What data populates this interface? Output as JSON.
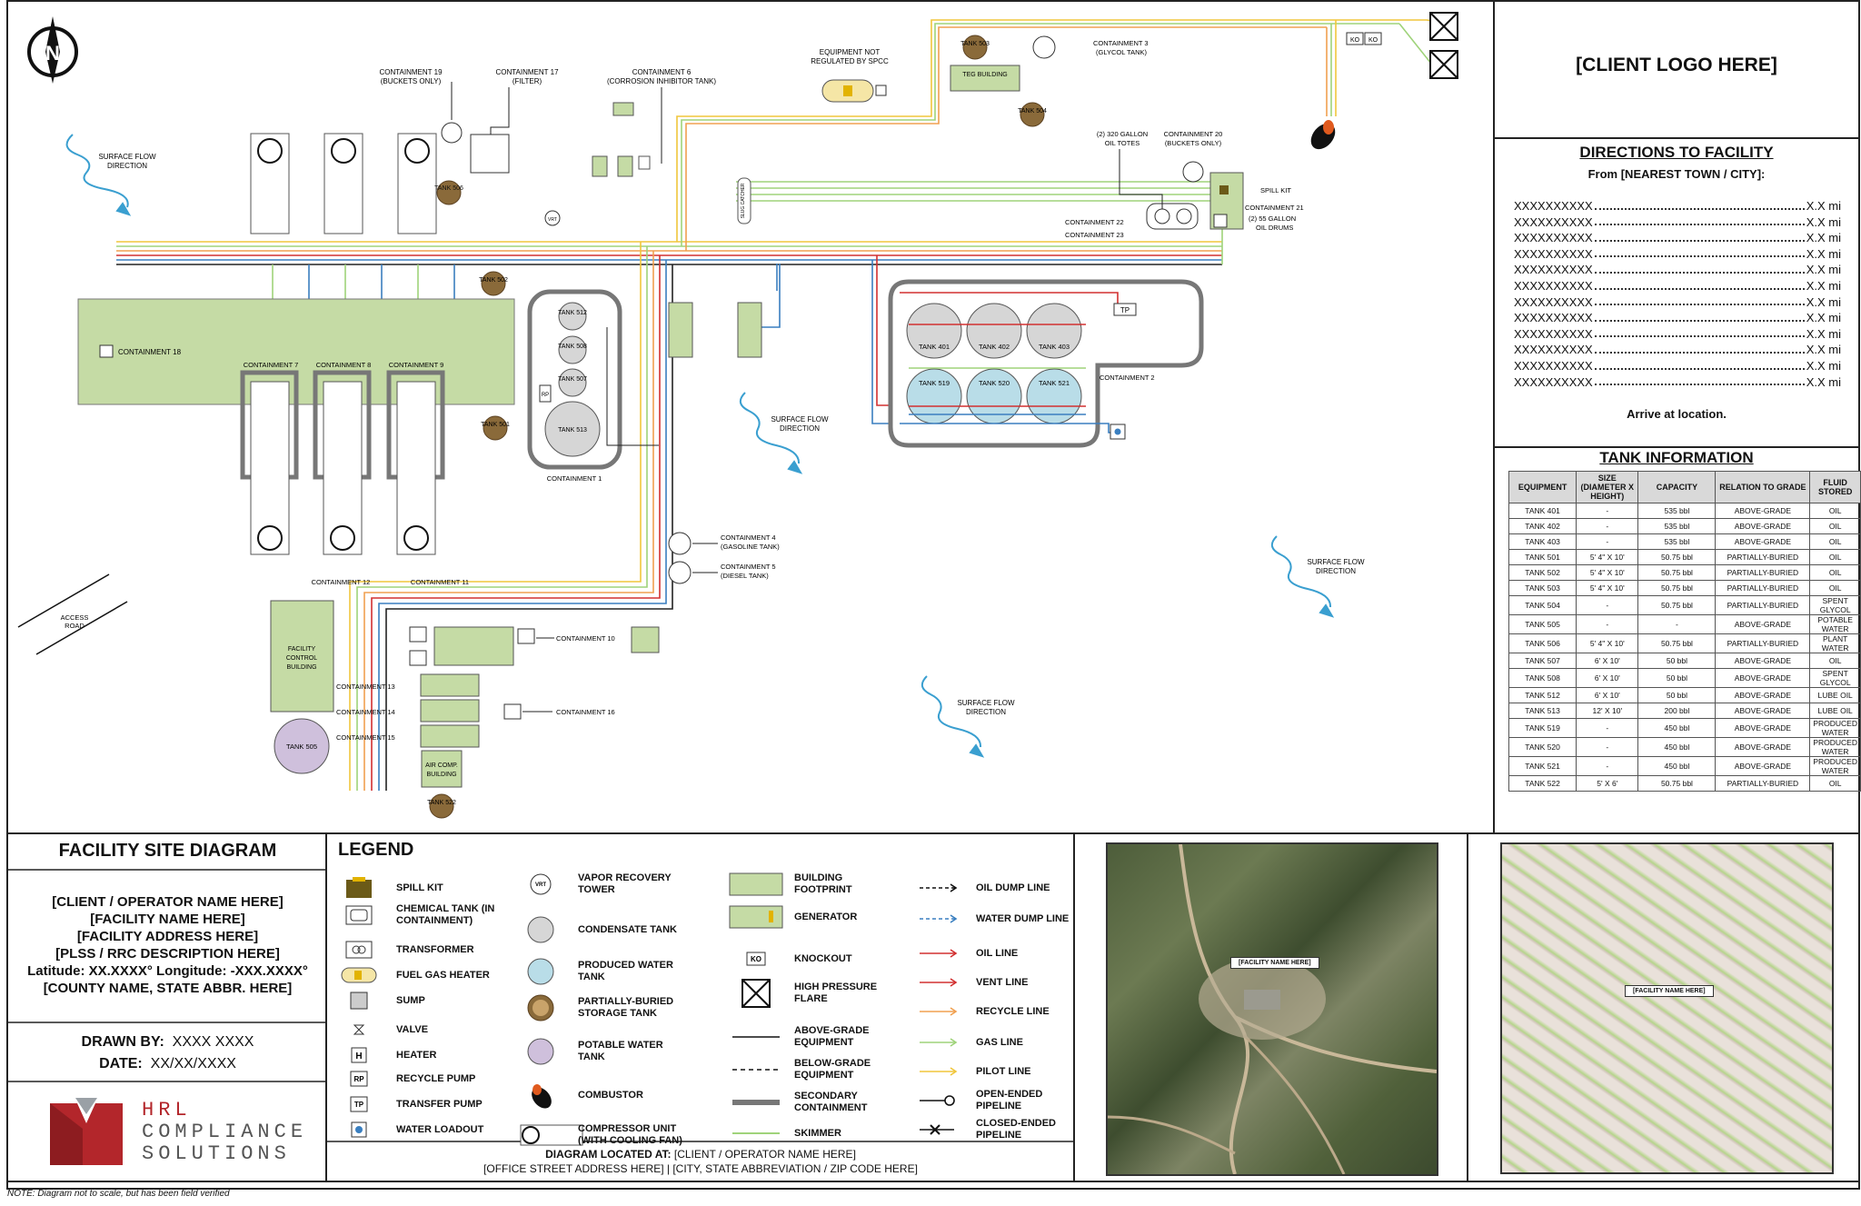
{
  "page": {
    "note": "NOTE: Diagram not to scale, but has been field verified"
  },
  "header": {
    "client_logo": "[CLIENT LOGO HERE]"
  },
  "directions": {
    "title": "DIRECTIONS TO FACILITY",
    "from": "From [NEAREST TOWN / CITY]:",
    "rows": [
      {
        "step": "XXXXXXXXXX",
        "dist": "X.X mi"
      },
      {
        "step": "XXXXXXXXXX",
        "dist": "X.X mi"
      },
      {
        "step": "XXXXXXXXXX",
        "dist": "X.X mi"
      },
      {
        "step": "XXXXXXXXXX",
        "dist": "X.X mi"
      },
      {
        "step": "XXXXXXXXXX",
        "dist": "X.X mi"
      },
      {
        "step": "XXXXXXXXXX",
        "dist": "X.X mi"
      },
      {
        "step": "XXXXXXXXXX",
        "dist": "X.X mi"
      },
      {
        "step": "XXXXXXXXXX",
        "dist": "X.X mi"
      },
      {
        "step": "XXXXXXXXXX",
        "dist": "X.X mi"
      },
      {
        "step": "XXXXXXXXXX",
        "dist": "X.X mi"
      },
      {
        "step": "XXXXXXXXXX",
        "dist": "X.X mi"
      },
      {
        "step": "XXXXXXXXXX",
        "dist": "X.X mi"
      }
    ],
    "arrive": "Arrive at location."
  },
  "tank_info": {
    "title": "TANK INFORMATION",
    "columns": [
      "EQUIPMENT",
      "SIZE (DIAMETER X HEIGHT)",
      "CAPACITY",
      "RELATION TO GRADE",
      "FLUID STORED"
    ],
    "rows": [
      [
        "TANK 401",
        "-",
        "535 bbl",
        "ABOVE-GRADE",
        "OIL"
      ],
      [
        "TANK 402",
        "-",
        "535 bbl",
        "ABOVE-GRADE",
        "OIL"
      ],
      [
        "TANK 403",
        "-",
        "535 bbl",
        "ABOVE-GRADE",
        "OIL"
      ],
      [
        "TANK 501",
        "5' 4\" X 10'",
        "50.75 bbl",
        "PARTIALLY-BURIED",
        "OIL"
      ],
      [
        "TANK 502",
        "5' 4\" X 10'",
        "50.75 bbl",
        "PARTIALLY-BURIED",
        "OIL"
      ],
      [
        "TANK 503",
        "5' 4\" X 10'",
        "50.75 bbl",
        "PARTIALLY-BURIED",
        "OIL"
      ],
      [
        "TANK 504",
        "-",
        "50.75 bbl",
        "PARTIALLY-BURIED",
        "SPENT GLYCOL"
      ],
      [
        "TANK 505",
        "-",
        "-",
        "ABOVE-GRADE",
        "POTABLE WATER"
      ],
      [
        "TANK 506",
        "5' 4\" X 10'",
        "50.75 bbl",
        "PARTIALLY-BURIED",
        "PLANT WATER"
      ],
      [
        "TANK 507",
        "6' X 10'",
        "50 bbl",
        "ABOVE-GRADE",
        "OIL"
      ],
      [
        "TANK 508",
        "6' X 10'",
        "50 bbl",
        "ABOVE-GRADE",
        "SPENT GLYCOL"
      ],
      [
        "TANK 512",
        "6' X 10'",
        "50 bbl",
        "ABOVE-GRADE",
        "LUBE OIL"
      ],
      [
        "TANK 513",
        "12' X 10'",
        "200 bbl",
        "ABOVE-GRADE",
        "LUBE OIL"
      ],
      [
        "TANK 519",
        "-",
        "450 bbl",
        "ABOVE-GRADE",
        "PRODUCED WATER"
      ],
      [
        "TANK 520",
        "-",
        "450 bbl",
        "ABOVE-GRADE",
        "PRODUCED WATER"
      ],
      [
        "TANK 521",
        "-",
        "450 bbl",
        "ABOVE-GRADE",
        "PRODUCED WATER"
      ],
      [
        "TANK 522",
        "5' X 6'",
        "50.75 bbl",
        "PARTIALLY-BURIED",
        "OIL"
      ]
    ]
  },
  "title_block": {
    "title": "FACILITY SITE DIAGRAM",
    "client": "[CLIENT / OPERATOR NAME HERE]",
    "facility": "[FACILITY NAME HERE]",
    "address": "[FACILITY ADDRESS HERE]",
    "plss": "[PLSS / RRC DESCRIPTION HERE]",
    "latlong": "Latitude: XX.XXXX° Longitude: -XXX.XXXX°",
    "county": "[COUNTY NAME, STATE ABBR. HERE]",
    "drawn_by_label": "DRAWN BY:",
    "drawn_by": "XXXX XXXX",
    "date_label": "DATE:",
    "date": "XX/XX/XXXX",
    "company_line1": "HRL",
    "company_line2": "COMPLIANCE",
    "company_line3": "SOLUTIONS"
  },
  "legend": {
    "title": "LEGEND",
    "items": [
      {
        "icon": "spill-kit-icon",
        "label": "SPILL KIT"
      },
      {
        "icon": "chemical-tank-icon",
        "label": "CHEMICAL TANK (IN CONTAINMENT)"
      },
      {
        "icon": "transformer-icon",
        "label": "TRANSFORMER"
      },
      {
        "icon": "fuel-gas-heater-icon",
        "label": "FUEL GAS HEATER"
      },
      {
        "icon": "sump-icon",
        "label": "SUMP"
      },
      {
        "icon": "valve-icon",
        "label": "VALVE"
      },
      {
        "icon": "heater-icon",
        "label": "HEATER"
      },
      {
        "icon": "recycle-pump-icon",
        "label": "RECYCLE PUMP"
      },
      {
        "icon": "transfer-pump-icon",
        "label": "TRANSFER PUMP"
      },
      {
        "icon": "water-loadout-icon",
        "label": "WATER LOADOUT"
      },
      {
        "icon": "vapor-recovery-tower-icon",
        "label": "VAPOR RECOVERY TOWER"
      },
      {
        "icon": "condensate-tank-icon",
        "label": "CONDENSATE TANK"
      },
      {
        "icon": "produced-water-tank-icon",
        "label": "PRODUCED WATER TANK"
      },
      {
        "icon": "partially-buried-tank-icon",
        "label": "PARTIALLY-BURIED STORAGE TANK"
      },
      {
        "icon": "potable-water-tank-icon",
        "label": "POTABLE WATER TANK"
      },
      {
        "icon": "combustor-icon",
        "label": "COMBUSTOR"
      },
      {
        "icon": "compressor-unit-icon",
        "label": "COMPRESSOR UNIT (WITH COOLING FAN)"
      },
      {
        "icon": "building-footprint-icon",
        "label": "BUILDING FOOTPRINT"
      },
      {
        "icon": "generator-icon",
        "label": "GENERATOR"
      },
      {
        "icon": "knockout-icon",
        "label": "KNOCKOUT"
      },
      {
        "icon": "high-pressure-flare-icon",
        "label": "HIGH PRESSURE FLARE"
      },
      {
        "icon": "above-grade-equipment-icon",
        "label": "ABOVE-GRADE EQUIPMENT"
      },
      {
        "icon": "below-grade-equipment-icon",
        "label": "BELOW-GRADE EQUIPMENT"
      },
      {
        "icon": "secondary-containment-icon",
        "label": "SECONDARY CONTAINMENT"
      },
      {
        "icon": "skimmer-icon",
        "label": "SKIMMER"
      },
      {
        "icon": "oil-dump-line-icon",
        "label": "OIL DUMP LINE"
      },
      {
        "icon": "water-dump-line-icon",
        "label": "WATER DUMP LINE"
      },
      {
        "icon": "oil-line-icon",
        "label": "OIL LINE"
      },
      {
        "icon": "vent-line-icon",
        "label": "VENT LINE"
      },
      {
        "icon": "recycle-line-icon",
        "label": "RECYCLE LINE"
      },
      {
        "icon": "gas-line-icon",
        "label": "GAS LINE"
      },
      {
        "icon": "pilot-line-icon",
        "label": "PILOT LINE"
      },
      {
        "icon": "open-ended-pipeline-icon",
        "label": "OPEN-ENDED PIPELINE"
      },
      {
        "icon": "closed-ended-pipeline-icon",
        "label": "CLOSED-ENDED PIPELINE"
      }
    ],
    "symbol_text": {
      "vrt": "VRT",
      "heater": "H",
      "rp": "RP",
      "tp": "TP",
      "ko": "KO"
    },
    "located_label": "DIAGRAM LOCATED AT:",
    "located_line1": "[CLIENT / OPERATOR NAME HERE]",
    "located_line2": "[OFFICE STREET ADDRESS HERE] | [CITY, STATE ABBREVIATION / ZIP CODE HERE]"
  },
  "maps": {
    "satellite_tag": "[FACILITY NAME HERE]",
    "topo_tag": "[FACILITY NAME HERE]"
  },
  "site": {
    "labels": {
      "containment19": "CONTAINMENT 19",
      "containment19_note": "(BUCKETS ONLY)",
      "containment17": "CONTAINMENT 17",
      "containment17_note": "(FILTER)",
      "containment6": "CONTAINMENT 6",
      "containment6_note": "(CORROSION INHIBITOR TANK)",
      "equip_not_reg1": "EQUIPMENT NOT",
      "equip_not_reg2": "REGULATED BY SPCC",
      "tank503": "TANK 503",
      "teg_building": "TEG BUILDING",
      "tank504": "TANK 504",
      "containment3": "CONTAINMENT 3",
      "containment3_note": "(GLYCOL TANK)",
      "ko": "KO",
      "surface_flow": "SURFACE FLOW",
      "direction": "DIRECTION",
      "tank506": "TANK 506",
      "vrt": "VRT",
      "slug_catcher": "SLUG CATCHER",
      "oil_totes1": "(2) 320 GALLON",
      "oil_totes2": "OIL TOTES",
      "containment20": "CONTAINMENT 20",
      "containment20_note": "(BUCKETS ONLY)",
      "spill_kit": "SPILL KIT",
      "containment21": "CONTAINMENT 21",
      "drums1": "(2) 55 GALLON",
      "drums2": "OIL DRUMS",
      "containment22": "CONTAINMENT 22",
      "containment23": "CONTAINMENT 23",
      "tank502": "TANK 502",
      "containment18": "CONTAINMENT 18",
      "containment7": "CONTAINMENT 7",
      "containment8": "CONTAINMENT 8",
      "containment9": "CONTAINMENT 9",
      "tank501": "TANK 501",
      "tank512": "TANK 512",
      "tank508": "TANK 508",
      "tank507": "TANK 507",
      "tank513": "TANK 513",
      "rp": "RP",
      "containment1": "CONTAINMENT 1",
      "tank401": "TANK 401",
      "tank402": "TANK 402",
      "tank403": "TANK 403",
      "tank519": "TANK 519",
      "tank520": "TANK 520",
      "tank521": "TANK 521",
      "tp": "TP",
      "containment2": "CONTAINMENT 2",
      "containment4": "CONTAINMENT 4",
      "containment4_note": "(GASOLINE TANK)",
      "containment5": "CONTAINMENT 5",
      "containment5_note": "(DIESEL TANK)",
      "access_road1": "ACCESS",
      "access_road2": "ROAD",
      "containment12": "CONTAINMENT 12",
      "containment11": "CONTAINMENT 11",
      "facility_control1": "FACILITY",
      "facility_control2": "CONTROL",
      "facility_control3": "BUILDING",
      "containment10": "CONTAINMENT 10",
      "containment13": "CONTAINMENT 13",
      "containment14": "CONTAINMENT 14",
      "containment15": "CONTAINMENT 15",
      "containment16": "CONTAINMENT 16",
      "tank505": "TANK 505",
      "air_comp1": "AIR COMP.",
      "air_comp2": "BUILDING",
      "tank522": "TANK 522",
      "north": "N"
    }
  },
  "colors": {
    "building": "#c5dba5",
    "condensate": "#d6d6d6",
    "produced_water": "#b9dde8",
    "potable": "#cfc0dc",
    "buried": "#8a6a3a",
    "oil_line": "#d23030",
    "water_line": "#3a7fc0",
    "gas_line": "#9fd37a",
    "pilot_line": "#f0c63c",
    "recycle_line": "#f0a050",
    "brand_red": "#b3262b"
  }
}
